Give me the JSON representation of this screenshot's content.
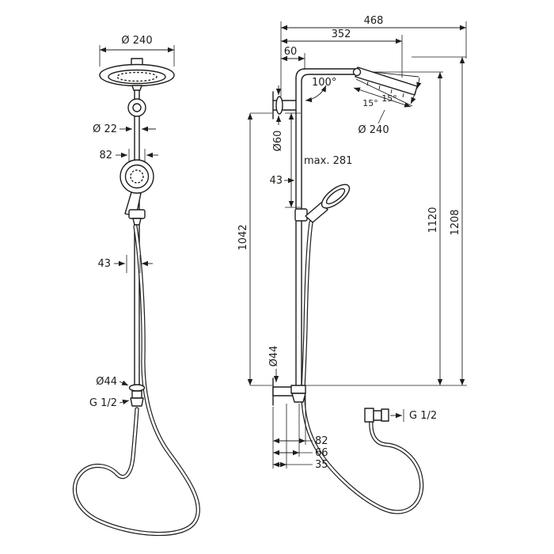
{
  "drawing": {
    "type": "shower-system-technical-drawing",
    "line_color": "#1d1d1b",
    "background": "#ffffff",
    "front_view": {
      "head_diameter": "Ø 240",
      "pipe_diameter": "Ø 22",
      "offset_82": "82",
      "offset_43": "43",
      "outlet_diameter": "Ø44",
      "thread": "G 1/2"
    },
    "side_view": {
      "overall_reach": "468",
      "arm_reach": "352",
      "wall_offset": "60",
      "head_angle": "100°",
      "tilt_upper": "15°",
      "tilt_lower": "15°",
      "head_diameter": "Ø 240",
      "escutcheon_diameter": "Ø60",
      "max_adjust": "max. 281",
      "offset_43": "43",
      "pipe_height": "1042",
      "height_1120": "1120",
      "height_1208": "1208",
      "outlet_diameter": "Ø44",
      "thread": "G 1/2",
      "depth_82": "82",
      "depth_66": "66",
      "depth_35": "35"
    }
  }
}
